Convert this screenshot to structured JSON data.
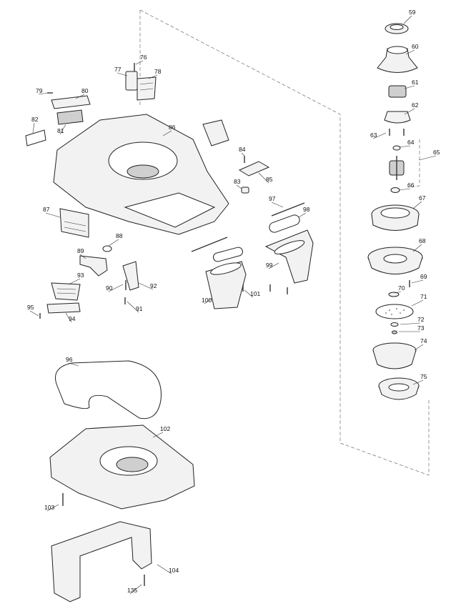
{
  "callouts": [
    "59",
    "60",
    "61",
    "62",
    "63",
    "64",
    "65",
    "66",
    "67",
    "68",
    "69",
    "70",
    "71",
    "72",
    "73",
    "74",
    "75",
    "76",
    "77",
    "78",
    "79",
    "80",
    "81",
    "82",
    "83",
    "84",
    "85",
    "86",
    "87",
    "88",
    "89",
    "90",
    "91",
    "92",
    "93",
    "94",
    "95",
    "96",
    "97",
    "98",
    "99",
    "100",
    "101",
    "102",
    "103",
    "104",
    "135"
  ]
}
